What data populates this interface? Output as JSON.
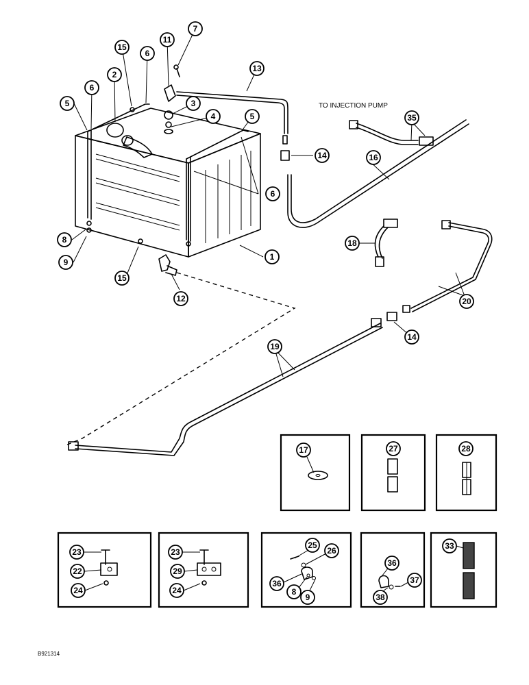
{
  "caption": "TO INJECTION PUMP",
  "figure_number": "B921314",
  "callouts": {
    "c1": "1",
    "c2": "2",
    "c3": "3",
    "c4": "4",
    "c5a": "5",
    "c5b": "5",
    "c6a": "6",
    "c6b": "6",
    "c6c": "6",
    "c7": "7",
    "c8a": "8",
    "c9a": "9",
    "c11": "11",
    "c12": "12",
    "c13": "13",
    "c14a": "14",
    "c14b": "14",
    "c15a": "15",
    "c15b": "15",
    "c16": "16",
    "c18": "18",
    "c19": "19",
    "c20": "20",
    "c35": "35"
  },
  "detail_panels": {
    "p17": "17",
    "p27": "27",
    "p28": "28",
    "p_clamp22": {
      "bolt": "23",
      "block": "22",
      "nut": "24"
    },
    "p_clamp29": {
      "bolt": "23",
      "block": "29",
      "nut": "24"
    },
    "p_clip36a": {
      "bolt": "25",
      "washer": "26",
      "clip": "36",
      "washer2": "8",
      "nut": "9"
    },
    "p_clip36b": {
      "clip": "36",
      "bolt": "37",
      "washer": "38"
    },
    "p33": "33"
  }
}
